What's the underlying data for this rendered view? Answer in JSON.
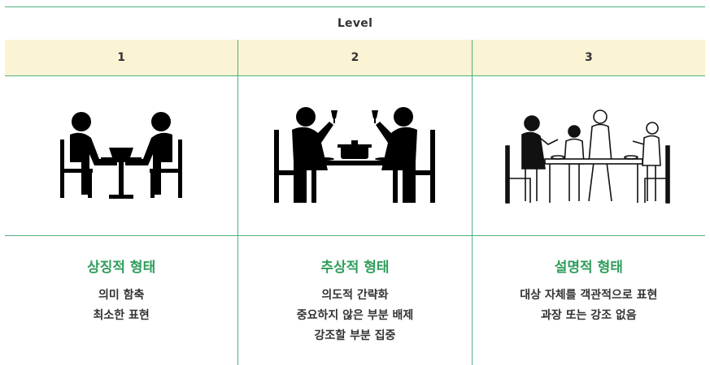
{
  "level_label": "Level",
  "columns": [
    {
      "level": "1",
      "title": "상징적 형태",
      "lines": [
        "의미 함축",
        "최소한 표현"
      ],
      "icon": "two-people-dining-icon"
    },
    {
      "level": "2",
      "title": "추상적 형태",
      "lines": [
        "의도적 간략화",
        "중요하지 않은 부분 배제",
        "강조할 부분 집중"
      ],
      "icon": "two-people-toasting-icon"
    },
    {
      "level": "3",
      "title": "설명적 형태",
      "lines": [
        "대상 자체를 객관적으로 표현",
        "과장 또는 강조 없음"
      ],
      "icon": "family-dining-icon"
    }
  ],
  "colors": {
    "accent": "#2f9e5c",
    "border": "#4fb07f",
    "header_bg": "#fbf4d4"
  }
}
